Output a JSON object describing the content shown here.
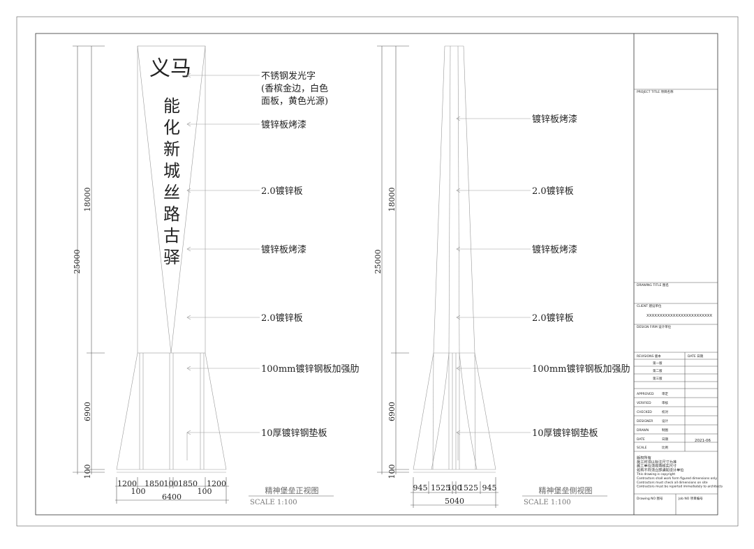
{
  "front": {
    "title_main": "义马",
    "title_vertical": [
      "能",
      "化",
      "新",
      "城",
      "丝",
      "路",
      "古",
      "驿"
    ],
    "callouts": [
      {
        "lines": [
          "不锈钢发光字",
          "(香槟金边，白色",
          "面板，黄色光源)"
        ]
      },
      {
        "lines": [
          "镀锌板烤漆"
        ]
      },
      {
        "lines": [
          "2.0镀锌板"
        ]
      },
      {
        "lines": [
          "镀锌板烤漆"
        ]
      },
      {
        "lines": [
          "2.0镀锌板"
        ]
      },
      {
        "lines": [
          "100mm镀锌钢板加强肋"
        ]
      },
      {
        "lines": [
          "10厚镀锌钢垫板"
        ]
      }
    ],
    "dims_vertical": {
      "total": "25000",
      "upper": "18000",
      "lower": "6900",
      "base": "100"
    },
    "dims_bottom": [
      "1200",
      "1850",
      "100",
      "1850",
      "1200"
    ],
    "dims_bottom_small": [
      "100",
      "100"
    ],
    "dims_total": "6400",
    "view_name": "精神堡垒正视图",
    "scale": "SCALE 1:100"
  },
  "side": {
    "callouts": [
      {
        "lines": [
          "镀锌板烤漆"
        ]
      },
      {
        "lines": [
          "2.0镀锌板"
        ]
      },
      {
        "lines": [
          "镀锌板烤漆"
        ]
      },
      {
        "lines": [
          "2.0镀锌板"
        ]
      },
      {
        "lines": [
          "100mm镀锌钢板加强肋"
        ]
      },
      {
        "lines": [
          "10厚镀锌钢垫板"
        ]
      }
    ],
    "dims_vertical": {
      "total": "25000",
      "upper": "18000",
      "lower": "6900",
      "base": "100"
    },
    "dims_bottom": [
      "945",
      "1525",
      "100",
      "1525",
      "945"
    ],
    "dims_total": "5040",
    "view_name": "精神堡垒侧视图",
    "scale": "SCALE 1:100"
  },
  "titleblock": {
    "project_title": "PROJECT TITLE 项目名称",
    "drawing_title": "DRAWING TITLE 图名",
    "client": "CLIENT 建设单位",
    "client_value": "XXXXXXXXXXXXXXXXXXXXXXXXX",
    "design_firm": "DESIGN FIRM 设计单位",
    "revisions": "REVISIONS 版本",
    "date_header": "DATE 日期",
    "revision_rows": [
      "第一版",
      "第二版",
      "第三版"
    ],
    "sign_rows": [
      {
        "en": "APPROVED",
        "zh": "审定"
      },
      {
        "en": "VERIFIED",
        "zh": "审核"
      },
      {
        "en": "CHECKED",
        "zh": "校对"
      },
      {
        "en": "DESIGNER",
        "zh": "设计"
      },
      {
        "en": "DRAWN",
        "zh": "制图"
      },
      {
        "en": "DATE",
        "zh": "日期"
      },
      {
        "en": "SCALE",
        "zh": "比例"
      }
    ],
    "date_value": "2021-06",
    "notes": [
      "版权所有",
      "施工时须以标注尺寸为准",
      "施工单位须现场核实尺寸",
      "如有不符须立即通知设计单位",
      "This drawing is copyright",
      "Contractors shall work form figured dimensions only",
      "Contractors must check all dimensions on site",
      "Contractors must be reported immediately to architects"
    ],
    "drawing_no": "Drawing NO 图号",
    "job_no": "Job NO 项目编号"
  }
}
